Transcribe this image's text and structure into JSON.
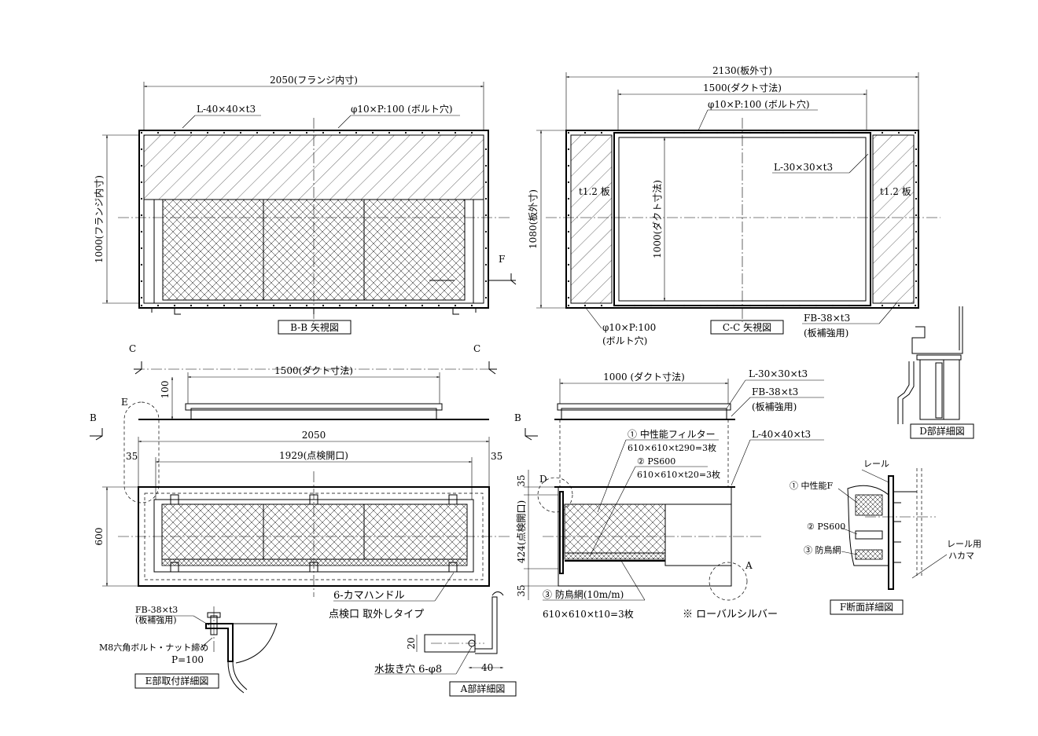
{
  "bb": {
    "dim_width": "2050(フランジ内寸)",
    "dim_height": "1000(フランジ内寸)",
    "angle": "L-40×40×t3",
    "bolt_hole": "φ10×P:100 (ボルト穴)",
    "section_F": "F",
    "title": "B-B 矢視図"
  },
  "cc": {
    "dim_plate": "2130(板外寸)",
    "dim_duct": "1500(ダクト寸法)",
    "bolt_hole": "φ10×P:100 (ボルト穴)",
    "angle": "L-30×30×t3",
    "plate_left": "t1.2 板",
    "plate_right": "t1.2 板",
    "dim_height_plate": "1080(板外寸)",
    "dim_height_duct": "1000(ダクト寸法)",
    "bolt_hole_bottom_1": "φ10×P:100",
    "bolt_hole_bottom_2": "(ボルト穴)",
    "title": "C-C 矢視図",
    "fb_1": "FB-38×t3",
    "fb_2": "(板補強用)"
  },
  "front": {
    "section_C_left": "C",
    "section_C_right": "C",
    "section_B_left": "B",
    "section_B_right": "B",
    "section_E": "E",
    "dim_duct": "1500(ダクト寸法)",
    "dim_100": "100",
    "dim_2050": "2050",
    "dim_35_left": "35",
    "dim_opening": "1929(点検開口)",
    "dim_35_right": "35",
    "dim_600": "600",
    "handle": "6-カマハンドル",
    "inspection": "点検口 取外しタイプ"
  },
  "side": {
    "dim_duct": "1000 (ダクト寸法)",
    "angle_top": "L-30×30×t3",
    "fb_1": "FB-38×t3",
    "fb_2": "(板補強用)",
    "angle_bottom": "L-40×40×t3",
    "filter1_name": "① 中性能フィルター",
    "filter1_size": "610×610×t290=3枚",
    "filter2_name": "② PS600",
    "filter2_size": "610×610×t20=3枚",
    "mesh_name": "③ 防鳥網(10m/m)",
    "mesh_size": "610×610×t10=3枚",
    "dim_35_top": "35",
    "dim_opening": "424(点検開口)",
    "dim_35_bottom": "35",
    "detail_D": "D",
    "detail_A": "A",
    "louver_note": "※ ローバルシルバー"
  },
  "detail_D": {
    "title": "D部詳細図"
  },
  "detail_F": {
    "rail": "レール",
    "filter1": "① 中性能F",
    "filter2": "② PS600",
    "mesh": "③ 防鳥網",
    "rail_hook_1": "レール用",
    "rail_hook_2": "ハカマ",
    "title": "F断面詳細図"
  },
  "detail_E": {
    "fb_1": "FB-38×t3",
    "fb_2": "(板補強用)",
    "bolt": "M8六角ボルト・ナット締め",
    "pitch": "P=100",
    "title": "E部取付詳細図"
  },
  "detail_A": {
    "dim_20": "20",
    "dim_40": "40",
    "drain": "水抜き穴 6-φ8",
    "title": "A部詳細図"
  }
}
